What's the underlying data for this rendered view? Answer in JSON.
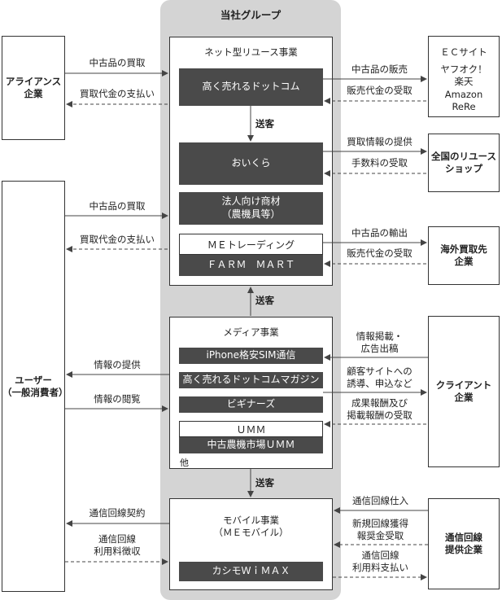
{
  "group": {
    "title": "当社グループ",
    "other": "他"
  },
  "left": {
    "alliance": "アライアンス\n企業",
    "user": "ユーザー\n（一般消費者）"
  },
  "right": {
    "ec": {
      "title": "ＥＣサイト",
      "sites": "ヤフオク！\n楽天\nAmazon\nReRe"
    },
    "reuse_shops": "全国のリユース\nショップ",
    "overseas": "海外買取先\n企業",
    "client": "クライアント\n企業",
    "carrier": "通信回線\n提供企業"
  },
  "reuse": {
    "title": "ネット型リユース事業",
    "takaku": "高く売れるドットコム",
    "okura": "おいくら",
    "corporate": "法人向け商材\n（農機具等）",
    "me_trading": "ＭＥトレーディング",
    "farm_mart": "ＦＡＲＭ　ＭＡＲＴ"
  },
  "media": {
    "title": "メディア事業",
    "iphone": "iPhone格安SIM通信",
    "magazine": "高く売れるドットコムマガジン",
    "beginners": "ビギナーズ",
    "umm": "ＵＭＭ",
    "umm_sub": "中古農機市場ＵＭＭ"
  },
  "mobile": {
    "title": "モバイル事業\n（ＭＥモバイル）",
    "kashimo": "カシモＷｉＭＡＸ"
  },
  "flows": {
    "alliance_buy": "中古品の買取",
    "alliance_pay": "買取代金の支払い",
    "user_buy": "中古品の買取",
    "user_pay": "買取代金の支払い",
    "user_info_provide": "情報の提供",
    "user_info_view": "情報の閲覧",
    "user_contract": "通信回線契約",
    "user_fee": "通信回線\n利用料徴収",
    "ec_sell": "中古品の販売",
    "ec_receive": "販売代金の受取",
    "shop_info": "買取情報の提供",
    "shop_fee": "手数料の受取",
    "export": "中古品の輸出",
    "export_receive": "販売代金の受取",
    "client_ad": "情報掲載・\n広告出稿",
    "client_guide": "顧客サイトへの\n誘導、申込など",
    "client_reward": "成果報酬及び\n掲載報酬の受取",
    "carrier_buy": "通信回線仕入",
    "carrier_incentive": "新規回線獲得\n報奨金受取",
    "carrier_pay": "通信回線\n利用料支払い",
    "send1": "送客",
    "send2": "送客",
    "send3": "送客"
  }
}
